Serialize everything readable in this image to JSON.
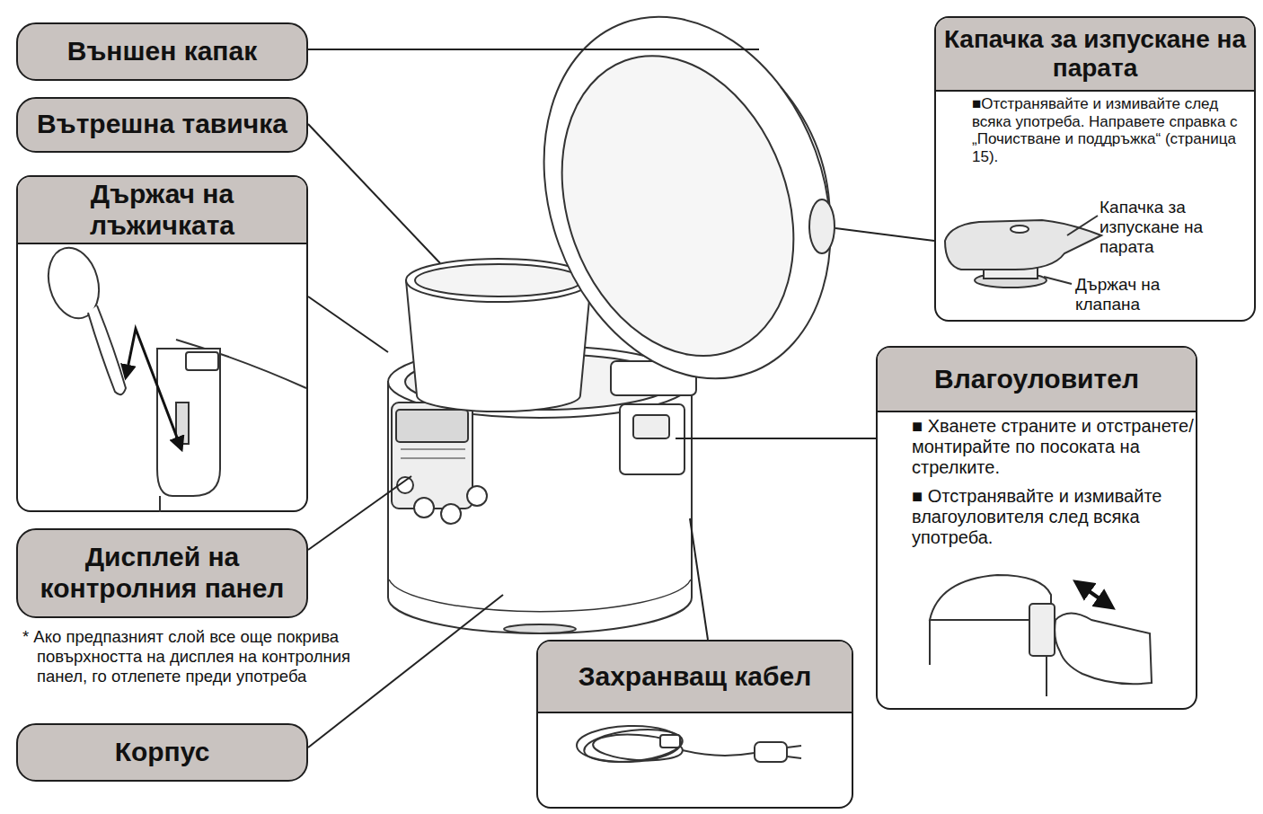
{
  "diagram": {
    "nodes": [
      {
        "text": [
          "Външен капак"
        ]
      },
      {
        "text": [
          "Вътрешна тавичка"
        ]
      },
      {
        "text": [
          "Държач на лъжичката"
        ]
      },
      {
        "text": [
          "Дисплей на контролния панел"
        ]
      },
      {
        "text": [
          "Корпус"
        ]
      },
      {
        "text": [
          "Захранващ кабел"
        ]
      },
      {
        "text": [
          "Капачка за изпускане на парата",
          "■Отстранявайте и измивайте след всяка употреба. Направете справка с „Почистване и поддръжка“ (страница 15).",
          "Капачка за изпускане на парата",
          "Държач на клапана"
        ]
      },
      {
        "text": [
          "Влагоуловител",
          "■ Хванете страните и отстранете/ монтирайте по посоката на стрелките.",
          "■ Отстранявайте и измивайте влагоуловителя след всяка употреба."
        ]
      }
    ],
    "labels": [
      "* Ако предпазният слой все още покрива повърхността на дисплея на контролния панел, го отлепете преди употреба"
    ]
  }
}
